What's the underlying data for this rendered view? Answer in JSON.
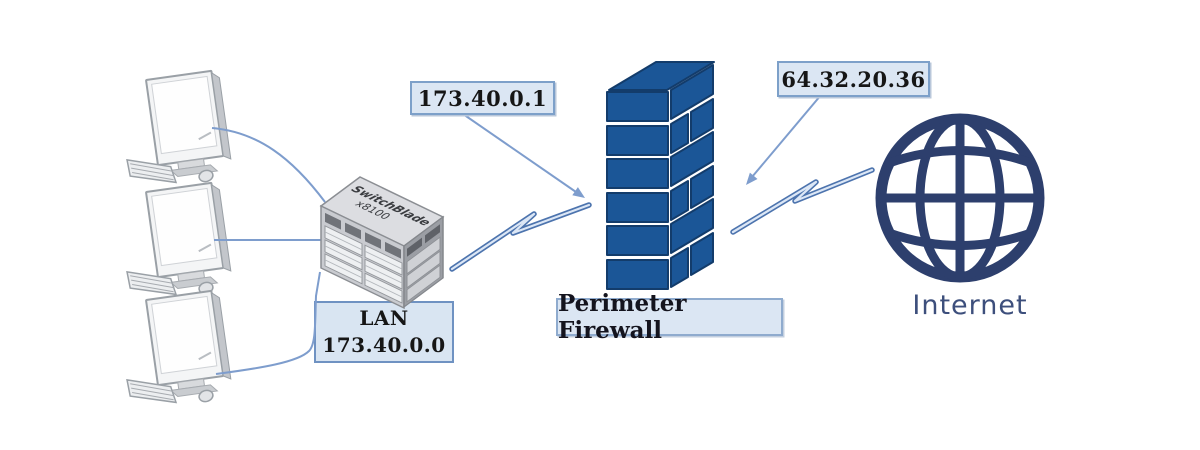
{
  "labels": {
    "switch_ip": "173.40.0.1",
    "wan_ip": "64.32.20.36",
    "lan_line1": "LAN",
    "lan_line2": "173.40.0.0",
    "firewall": "Perimeter Firewall",
    "internet": "Internet"
  },
  "switch": {
    "brand": "SwitchBlade",
    "model": "x8100"
  },
  "icons": {
    "workstation": "desktop-computer-icon",
    "lan_switch": "network-switch-icon",
    "firewall": "brick-wall-firewall-icon",
    "internet": "globe-icon",
    "link": "lightning-bolt-icon",
    "pointer": "callout-arrow-icon"
  },
  "colors": {
    "background": "#ffffff",
    "brick_fill": "#1b5697",
    "brick_outline": "#133c6b",
    "globe_navy": "#2d3f6d",
    "bolt_stroke": "#4d74ae",
    "bolt_core": "#dce7f6",
    "line_blue": "#7e9dcd",
    "label_fill": "#dbe6f3",
    "label_border": "#7da0c9",
    "internet_text": "#3d4f7c"
  }
}
